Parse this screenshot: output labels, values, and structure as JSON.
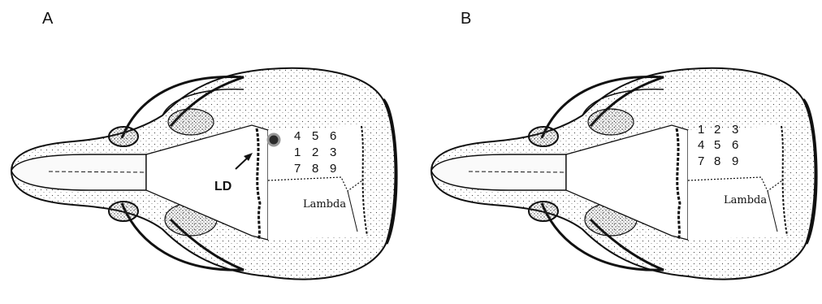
{
  "panels": [
    {
      "label": "A",
      "landmark": "Lambda",
      "annotation": "LD",
      "grid_rows": [
        [
          "4",
          "5",
          "6"
        ],
        [
          "1",
          "2",
          "3"
        ],
        [
          "7",
          "8",
          "9"
        ]
      ]
    },
    {
      "label": "B",
      "landmark": "Lambda",
      "grid_rows": [
        [
          "1",
          "2",
          "3"
        ],
        [
          "4",
          "5",
          "6"
        ],
        [
          "7",
          "8",
          "9"
        ]
      ]
    }
  ]
}
